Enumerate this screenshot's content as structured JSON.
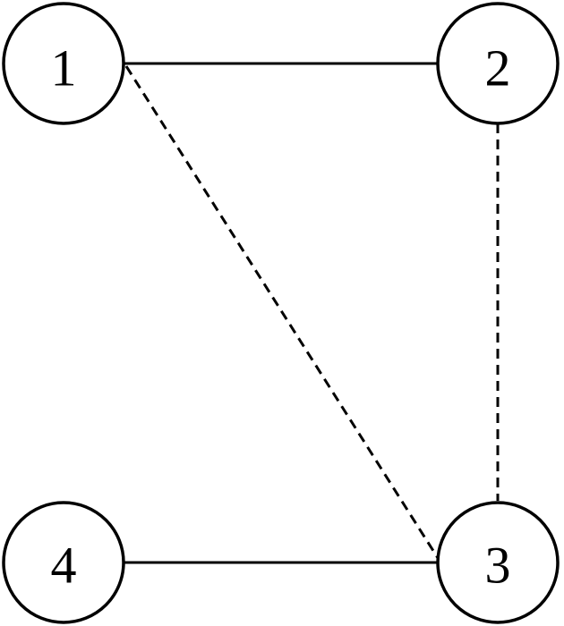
{
  "graph": {
    "nodes": [
      {
        "id": "1",
        "label": "1"
      },
      {
        "id": "2",
        "label": "2"
      },
      {
        "id": "3",
        "label": "3"
      },
      {
        "id": "4",
        "label": "4"
      }
    ],
    "edges": [
      {
        "from": "1",
        "to": "2",
        "style": "solid"
      },
      {
        "from": "2",
        "to": "3",
        "style": "dashed"
      },
      {
        "from": "1",
        "to": "3",
        "style": "dashed"
      },
      {
        "from": "4",
        "to": "3",
        "style": "solid"
      }
    ],
    "colors": {
      "stroke": "#000000",
      "background": "#ffffff"
    }
  }
}
